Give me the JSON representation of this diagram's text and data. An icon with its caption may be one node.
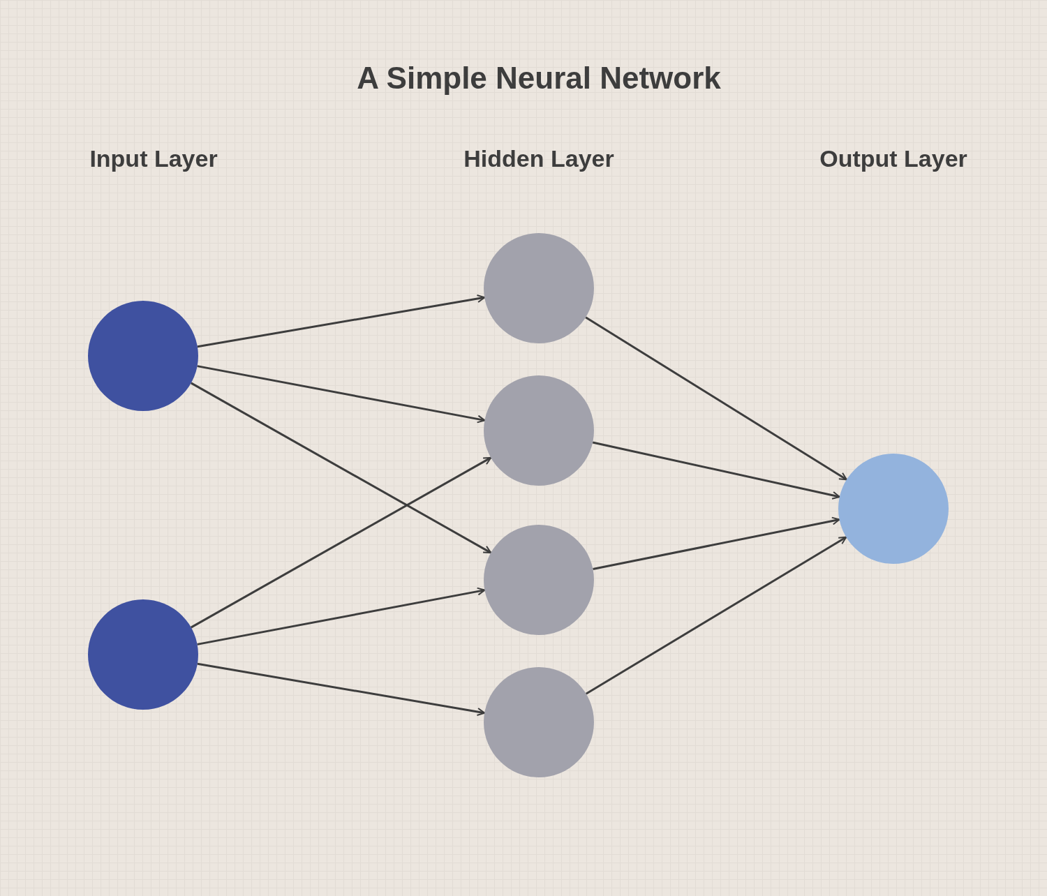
{
  "diagram": {
    "title": "A Simple Neural Network",
    "nodes": [
      {
        "text": [],
        "shape": "circle"
      },
      {
        "text": [],
        "shape": "circle"
      },
      {
        "text": [],
        "shape": "circle"
      },
      {
        "text": [],
        "shape": "circle"
      },
      {
        "text": [],
        "shape": "circle"
      },
      {
        "text": [],
        "shape": "circle"
      },
      {
        "text": [],
        "shape": "circle"
      }
    ],
    "edges": [
      {
        "from": 0,
        "to": 2,
        "arrow": "to"
      },
      {
        "from": 0,
        "to": 3,
        "arrow": "to"
      },
      {
        "from": 0,
        "to": 4,
        "arrow": "to"
      },
      {
        "from": 1,
        "to": 3,
        "arrow": "to"
      },
      {
        "from": 1,
        "to": 4,
        "arrow": "to"
      },
      {
        "from": 1,
        "to": 5,
        "arrow": "to"
      },
      {
        "from": 2,
        "to": 6,
        "arrow": "to"
      },
      {
        "from": 3,
        "to": 6,
        "arrow": "to"
      },
      {
        "from": 4,
        "to": 6,
        "arrow": "to"
      },
      {
        "from": 5,
        "to": 6,
        "arrow": "to"
      }
    ],
    "labels": [
      "Input Layer",
      "Hidden Layer",
      "Output Layer"
    ]
  }
}
